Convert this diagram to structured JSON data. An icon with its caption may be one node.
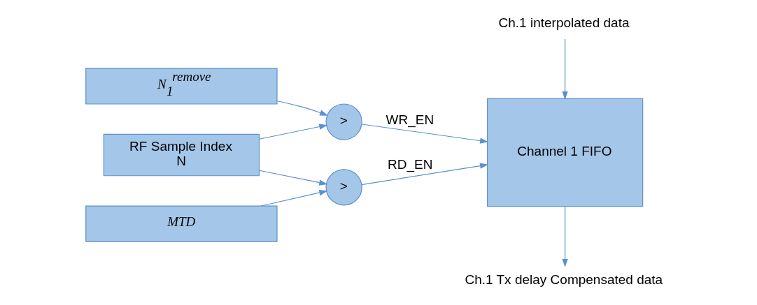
{
  "diagram": {
    "nodes": [
      {
        "text": [
          "RF Sample Index",
          "N"
        ]
      },
      {
        "text": [
          "N$_{1}$$^{remove}$"
        ]
      },
      {
        "text": [
          "MTD"
        ]
      },
      {
        "text": [
          ">"
        ]
      },
      {
        "text": [
          ">"
        ]
      },
      {
        "text": [
          "Channel 1 FIFO"
        ]
      },
      {
        "text": [
          "Ch.1 interpolated data"
        ]
      },
      {
        "text": [
          "Ch.1 Tx delay Compensated data"
        ]
      }
    ],
    "edges": [
      {
        "from": 0,
        "to": 3,
        "arrow": "to"
      },
      {
        "from": 0,
        "to": 4,
        "arrow": "to"
      },
      {
        "from": 1,
        "to": 3,
        "arrow": "to"
      },
      {
        "from": 2,
        "to": 4,
        "arrow": "to"
      },
      {
        "from": 3,
        "to": 5,
        "arrow": "to",
        "label": "WR_EN"
      },
      {
        "from": 4,
        "to": 5,
        "arrow": "to",
        "label": "RD_EN"
      },
      {
        "from": 6,
        "to": 5,
        "arrow": "to"
      },
      {
        "from": 5,
        "to": 7,
        "arrow": "to"
      }
    ]
  }
}
